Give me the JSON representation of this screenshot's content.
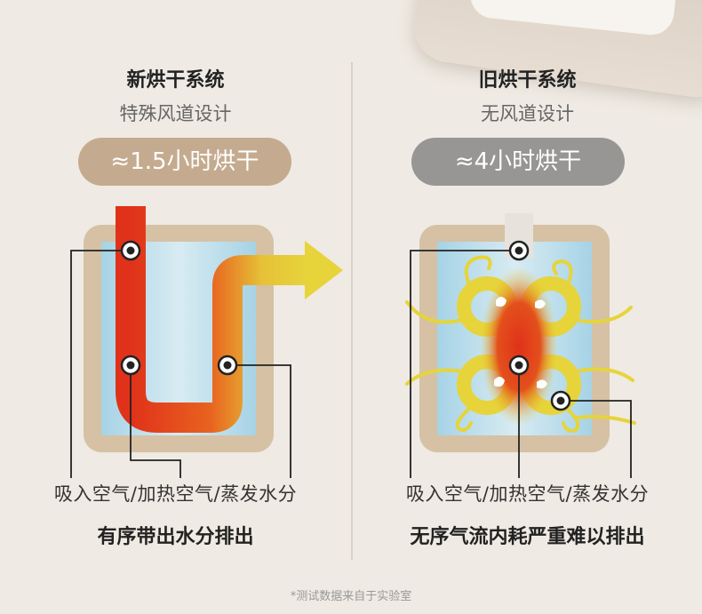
{
  "left": {
    "title": "新烘干系统",
    "subtitle": "特殊风道设计",
    "pill": "≈1.5小时烘干",
    "labels": "吸入空气/加热空气/蒸发水分",
    "conclusion": "有序带出水分排出"
  },
  "right": {
    "title": "旧烘干系统",
    "subtitle": "无风道设计",
    "pill": "≈4小时烘干",
    "labels": "吸入空气/加热空气/蒸发水分",
    "conclusion": "无序气流内耗严重难以排出"
  },
  "footnote": "*测试数据来自于实验室",
  "colors": {
    "background": "#efeae3",
    "new_pill": "#c4ab8f",
    "old_pill": "#979695",
    "chamber_frame": "#d6c1a5",
    "chamber_fill": "#a6d3e6",
    "airflow_yellow": "#e6d43a",
    "heat_red": "#e0321a"
  }
}
